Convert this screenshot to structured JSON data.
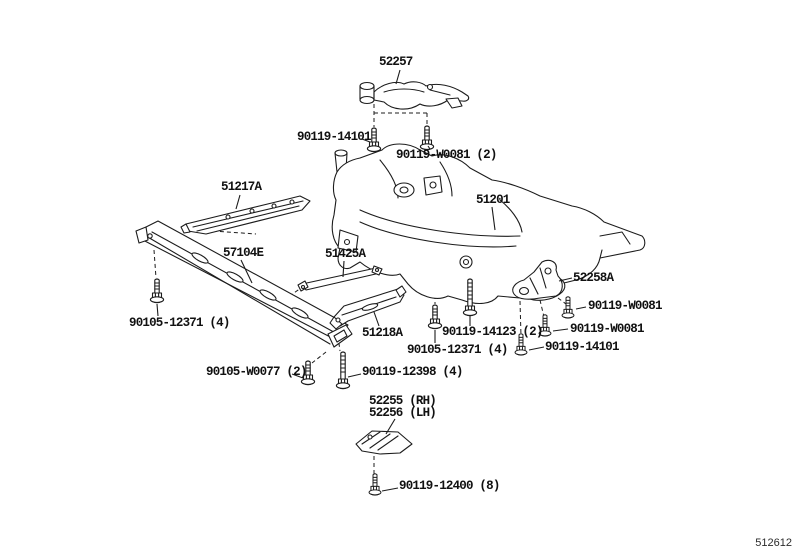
{
  "diagram_code": "512612",
  "colors": {
    "line": "#1c1c1c",
    "background": "#ffffff",
    "label_text": "#111111"
  },
  "labels": [
    {
      "id": "part-52257",
      "text": "52257"
    },
    {
      "id": "hw-90119-14101-upper",
      "text": "90119-14101"
    },
    {
      "id": "hw-90119-w0081-upper",
      "text": "90119-W0081 (2)"
    },
    {
      "id": "part-51217a",
      "text": "51217A"
    },
    {
      "id": "part-51201",
      "text": "51201"
    },
    {
      "id": "part-57104e",
      "text": "57104E"
    },
    {
      "id": "part-51425a",
      "text": "51425A"
    },
    {
      "id": "part-52258a",
      "text": "52258A"
    },
    {
      "id": "hw-90119-w0081-right1",
      "text": "90119-W0081"
    },
    {
      "id": "hw-90119-w0081-right2",
      "text": "90119-W0081"
    },
    {
      "id": "hw-90119-14101-right",
      "text": "90119-14101"
    },
    {
      "id": "hw-90119-14123",
      "text": "90119-14123 (2)"
    },
    {
      "id": "hw-90105-12371-center",
      "text": "90105-12371 (4)"
    },
    {
      "id": "part-51218a",
      "text": "51218A"
    },
    {
      "id": "hw-90105-12371-left",
      "text": "90105-12371 (4)"
    },
    {
      "id": "hw-90105-w0077",
      "text": "90105-W0077 (2)"
    },
    {
      "id": "hw-90119-12398",
      "text": "90119-12398 (4)"
    },
    {
      "id": "part-52255",
      "text": "52255 (RH)"
    },
    {
      "id": "part-52256",
      "text": "52256 (LH)"
    },
    {
      "id": "hw-90119-12400",
      "text": "90119-12400 (8)"
    }
  ]
}
